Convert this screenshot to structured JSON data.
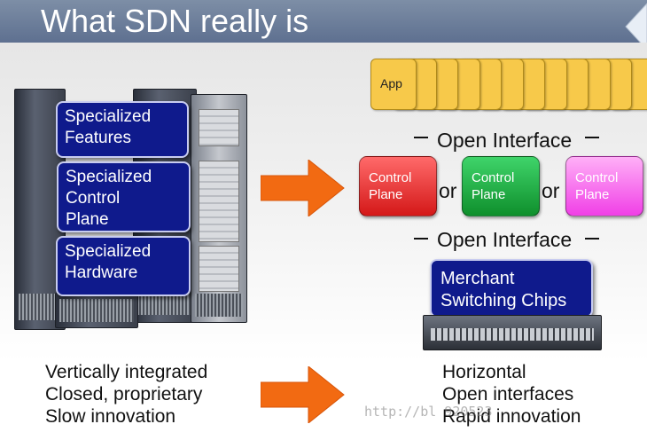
{
  "title": "What SDN really is",
  "left": {
    "boxes": [
      "Specialized\nFeatures",
      "Specialized\nControl\nPlane",
      "Specialized\nHardware"
    ],
    "captions": [
      "Vertically integrated",
      "Closed, proprietary",
      "Slow innovation"
    ]
  },
  "right": {
    "app_label": "App",
    "app_card_count": 12,
    "interface_label": "Open Interface",
    "control_planes": [
      {
        "label": "Control\nPlane",
        "color": "#e02020"
      },
      {
        "label": "Control\nPlane",
        "color": "#16a63a"
      },
      {
        "label": "Control\nPlane",
        "color": "#f55ae8"
      }
    ],
    "or_text": "or",
    "merchant_box": "Merchant\nSwitching Chips",
    "captions": [
      "Horizontal",
      "Open interfaces",
      "Rapid innovation"
    ]
  },
  "colors": {
    "arrow": "#f26a12",
    "blue_box": "#0f1a8c",
    "title_bar": "#6a7b96"
  },
  "watermark": "http://bl                    920523"
}
